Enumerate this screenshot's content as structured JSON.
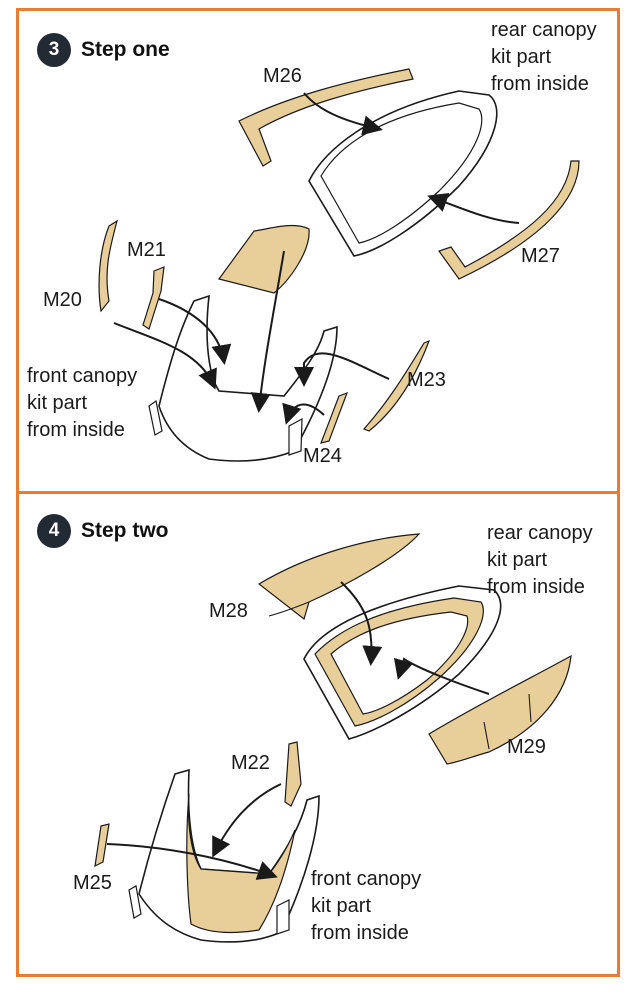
{
  "step1": {
    "number": "3",
    "title": "Step one",
    "rear_note": [
      "rear canopy",
      "kit part",
      "from inside"
    ],
    "front_note": [
      "front canopy",
      "kit part",
      "from inside"
    ],
    "parts": {
      "m20": "M20",
      "m21": "M21",
      "m23": "M23",
      "m24": "M24",
      "m26": "M26",
      "m27": "M27"
    }
  },
  "step2": {
    "number": "4",
    "title": "Step two",
    "rear_note": [
      "rear canopy",
      "kit part",
      "from inside"
    ],
    "front_note": [
      "front canopy",
      "kit part",
      "from inside"
    ],
    "parts": {
      "m22": "M22",
      "m25": "M25",
      "m28": "M28",
      "m29": "M29"
    }
  },
  "colors": {
    "frame": "#e27d3a",
    "mask": "#e8cf9a",
    "badge": "#222a33"
  }
}
